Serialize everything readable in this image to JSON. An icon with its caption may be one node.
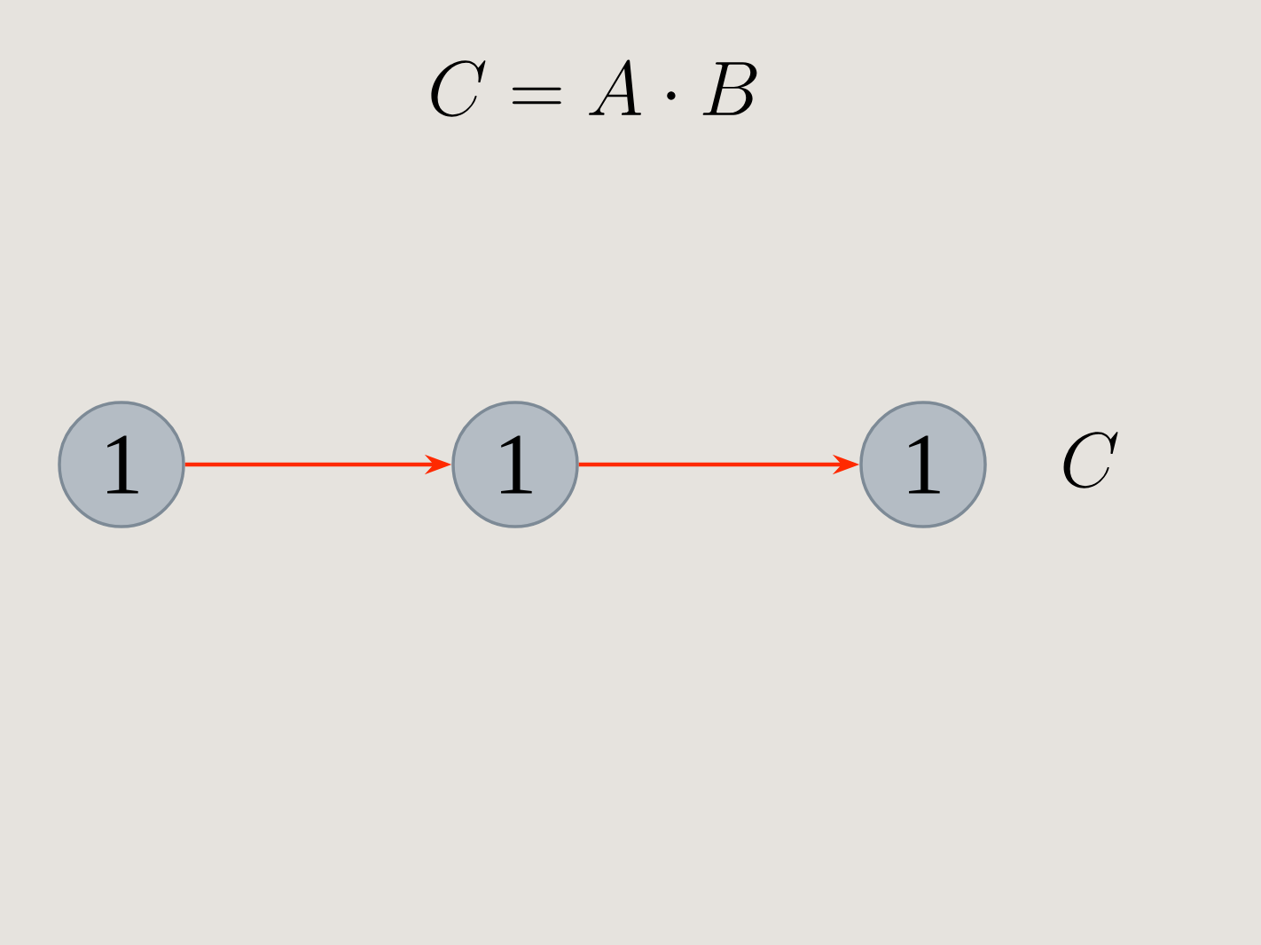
{
  "diagram": {
    "title": "C = A \\cdot B",
    "nodes": [
      {
        "text": [
          "1"
        ]
      },
      {
        "text": [
          "1"
        ]
      },
      {
        "text": [
          "1"
        ],
        "beside": [
          "C"
        ]
      }
    ],
    "edges": [
      {
        "from": 0,
        "to": 1,
        "arrow": "to"
      },
      {
        "from": 1,
        "to": 2,
        "arrow": "to"
      }
    ]
  }
}
